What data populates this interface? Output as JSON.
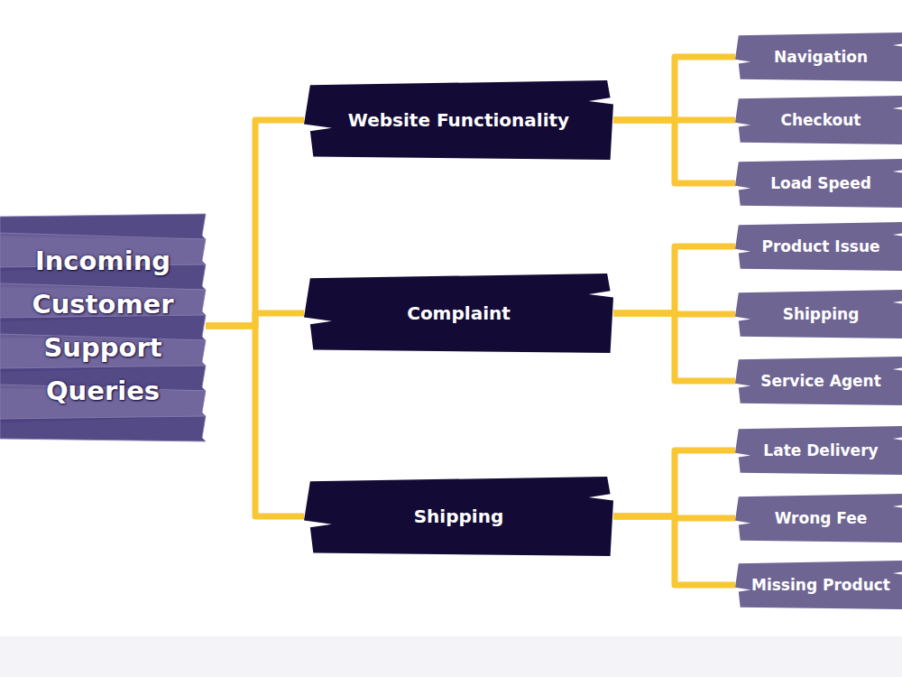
{
  "diagram": {
    "nodes": [
      {
        "text": [
          "Incoming Customer Support Queries"
        ]
      },
      {
        "text": [
          "Website Functionality"
        ]
      },
      {
        "text": [
          "Complaint"
        ]
      },
      {
        "text": [
          "Shipping"
        ]
      },
      {
        "text": [
          "Navigation"
        ]
      },
      {
        "text": [
          "Checkout"
        ]
      },
      {
        "text": [
          "Load Speed"
        ]
      },
      {
        "text": [
          "Product Issue"
        ]
      },
      {
        "text": [
          "Shipping"
        ]
      },
      {
        "text": [
          "Service Agent"
        ]
      },
      {
        "text": [
          "Late Delivery"
        ]
      },
      {
        "text": [
          "Wrong Fee"
        ]
      },
      {
        "text": [
          "Missing Product"
        ]
      }
    ],
    "edges": [
      {
        "from": 0,
        "to": 1,
        "arrow": "none"
      },
      {
        "from": 0,
        "to": 2,
        "arrow": "none"
      },
      {
        "from": 0,
        "to": 3,
        "arrow": "none"
      },
      {
        "from": 1,
        "to": 4,
        "arrow": "none"
      },
      {
        "from": 1,
        "to": 5,
        "arrow": "none"
      },
      {
        "from": 1,
        "to": 6,
        "arrow": "none"
      },
      {
        "from": 2,
        "to": 7,
        "arrow": "none"
      },
      {
        "from": 2,
        "to": 8,
        "arrow": "none"
      },
      {
        "from": 2,
        "to": 9,
        "arrow": "none"
      },
      {
        "from": 3,
        "to": 10,
        "arrow": "none"
      },
      {
        "from": 3,
        "to": 11,
        "arrow": "none"
      },
      {
        "from": 3,
        "to": 12,
        "arrow": "none"
      }
    ]
  }
}
